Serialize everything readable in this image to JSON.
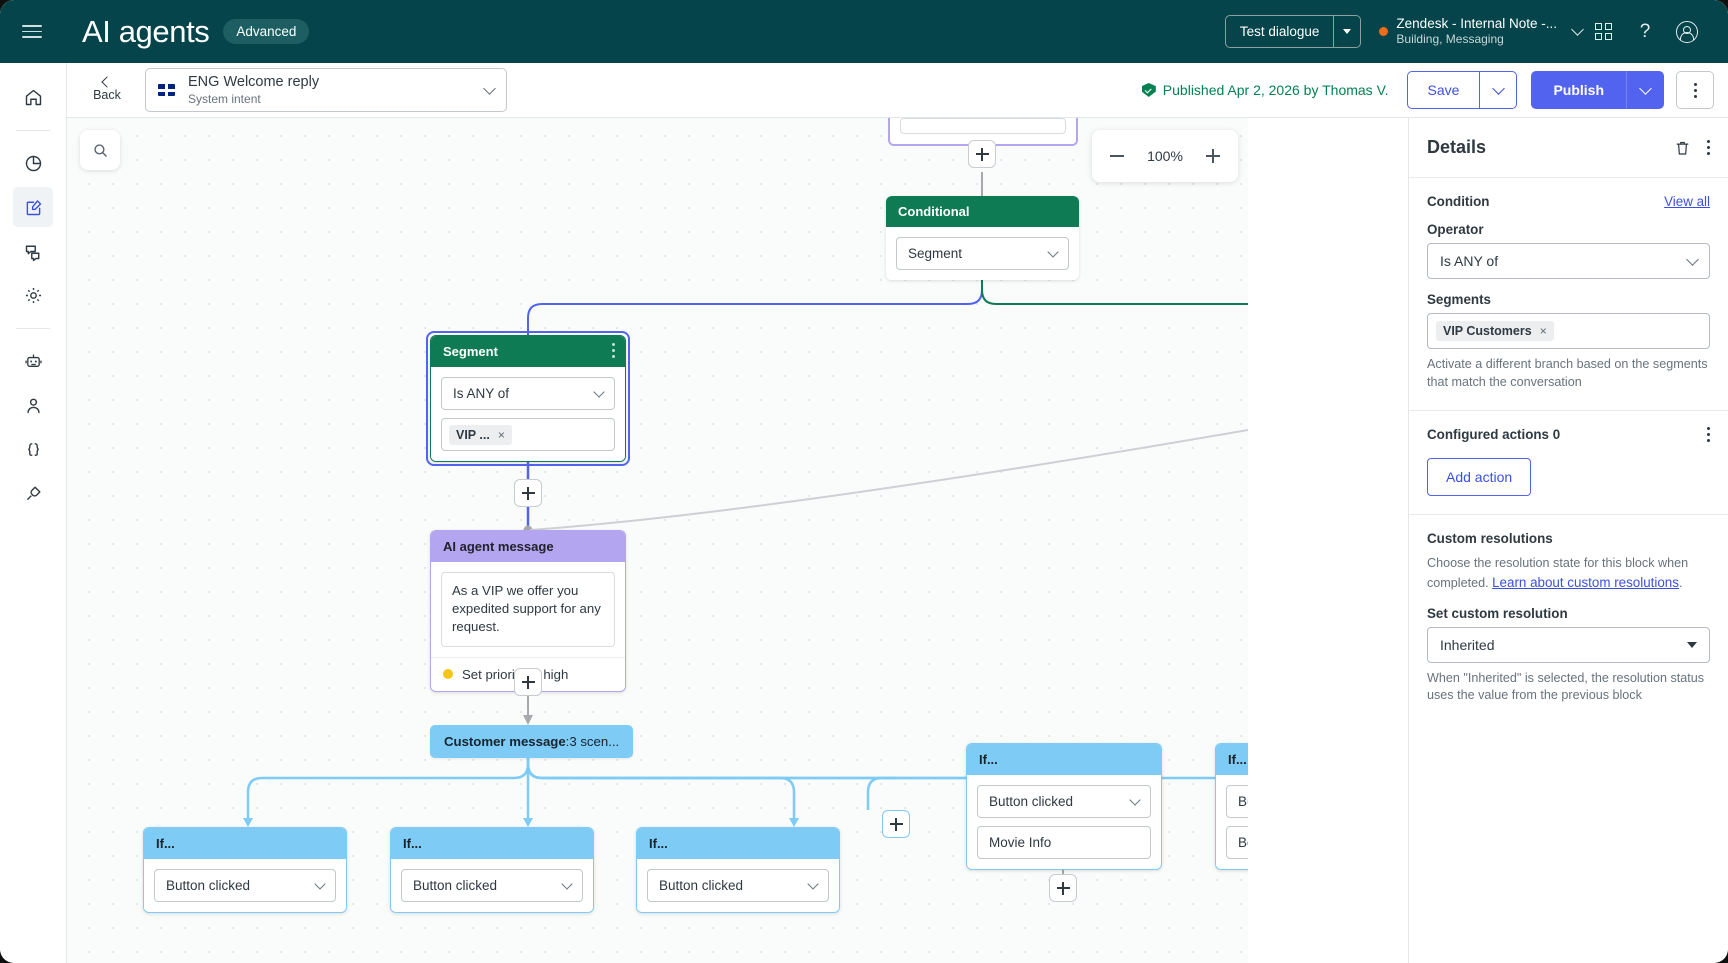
{
  "topbar": {
    "menu_icon": "hamburger-icon",
    "brand": "AI agents",
    "plan_badge": "Advanced",
    "test_dialogue_label": "Test dialogue",
    "account_name": "Zendesk - Internal Note -...",
    "account_status": "Building, Messaging",
    "help_label": "?"
  },
  "subheader": {
    "back_label": "Back",
    "intent_title": "ENG Welcome reply",
    "intent_subtitle": "System intent",
    "published_text": "Published Apr 2, 2026 by Thomas V.",
    "save_label": "Save",
    "publish_label": "Publish"
  },
  "leftnav": {
    "items": [
      {
        "name": "home",
        "label": "Home"
      },
      {
        "name": "reporting",
        "label": "Reporting"
      },
      {
        "name": "dialogue-builder",
        "label": "Dialogue builder"
      },
      {
        "name": "conversations",
        "label": "Conversations"
      },
      {
        "name": "settings",
        "label": "Settings"
      },
      {
        "name": "ai-agent",
        "label": "AI agent"
      },
      {
        "name": "profile",
        "label": "Profile"
      },
      {
        "name": "variables",
        "label": "Variables"
      },
      {
        "name": "integrations",
        "label": "Integrations"
      }
    ],
    "active_index": 2
  },
  "canvas": {
    "search_icon": "search-icon",
    "zoom_level": "100%",
    "zoom_out_icon": "minus-icon",
    "zoom_in_icon": "plus-icon",
    "nodes": {
      "conditional": {
        "title": "Conditional",
        "select_value": "Segment"
      },
      "segment": {
        "title": "Segment",
        "operator_value": "Is ANY of",
        "token": "VIP ...",
        "token_remove": "×"
      },
      "ai_message": {
        "title": "AI agent message",
        "message": "As a VIP we offer you expedited support for any request.",
        "action_label": "Set priority to high"
      },
      "customer_message": {
        "label_bold": "Customer message",
        "label_rest": ":3 scen..."
      },
      "if_nodes": [
        {
          "title": "If...",
          "select_value": "Button clicked",
          "value": ""
        },
        {
          "title": "If...",
          "select_value": "Button clicked",
          "value": ""
        },
        {
          "title": "If...",
          "select_value": "Button clicked",
          "value": ""
        },
        {
          "title": "If...",
          "select_value": "Button clicked",
          "value": "Movie Info"
        },
        {
          "title": "If...",
          "select_value": "Bu",
          "value": "Boo"
        }
      ]
    }
  },
  "details": {
    "title": "Details",
    "delete_icon": "trash-icon",
    "more_icon": "kebab-icon",
    "condition": {
      "section_title": "Condition",
      "view_all_label": "View all",
      "operator_label": "Operator",
      "operator_value": "Is ANY of",
      "segments_label": "Segments",
      "segment_token": "VIP Customers",
      "segment_token_remove": "×",
      "hint": "Activate a different branch based on the segments that match the conversation"
    },
    "actions": {
      "section_title": "Configured actions 0",
      "add_action_label": "Add action"
    },
    "resolutions": {
      "section_title": "Custom resolutions",
      "description_pre": "Choose the resolution state for this block when completed. ",
      "link_label": "Learn about custom resolutions",
      "description_post": ".",
      "field_label": "Set custom resolution",
      "field_value": "Inherited",
      "hint": "When \"Inherited\" is selected, the resolution status uses the value from the previous block"
    }
  },
  "colors": {
    "brand_dark": "#04444a",
    "primary": "#5263ef",
    "green": "#0f7b55",
    "purple": "#b4a5f0",
    "blue": "#7ecbf5",
    "published_green": "#038153",
    "orange_dot": "#ef6c1a"
  }
}
